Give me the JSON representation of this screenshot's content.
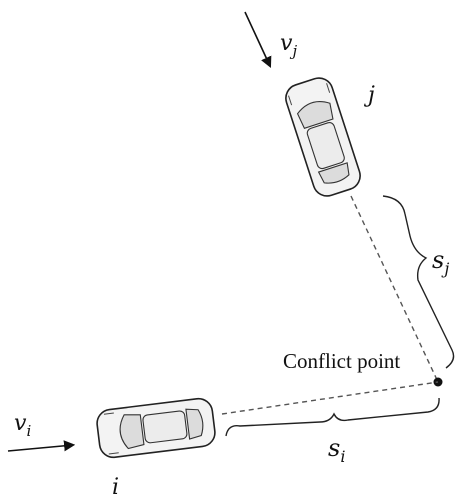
{
  "diagram": {
    "vehicle_j": {
      "label": "j",
      "speed_symbol": "v",
      "speed_subscript": "j",
      "distance_symbol": "s",
      "distance_subscript": "j"
    },
    "vehicle_i": {
      "label": "i",
      "speed_symbol": "v",
      "speed_subscript": "i",
      "distance_symbol": "s",
      "distance_subscript": "i"
    },
    "conflict_point_label": "Conflict point"
  }
}
